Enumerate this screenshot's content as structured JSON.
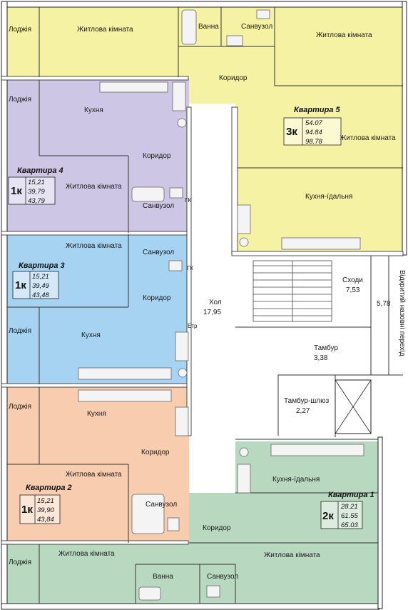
{
  "colors": {
    "apt5": "#f6f2a3",
    "apt4": "#cdc6e4",
    "apt3": "#a7d3f3",
    "apt2": "#f8ccae",
    "apt1": "#b8d8bf",
    "common": "#ffffff",
    "wall": "#222222"
  },
  "apartments": [
    {
      "id": "apt5",
      "title": "Квартира 5",
      "rooms": "3к",
      "areas": [
        "54.07",
        "94.84",
        "98.78"
      ]
    },
    {
      "id": "apt4",
      "title": "Квартира 4",
      "rooms": "1к",
      "areas": [
        "15,21",
        "39,79",
        "43,79"
      ]
    },
    {
      "id": "apt3",
      "title": "Квартира 3",
      "rooms": "1к",
      "areas": [
        "15,21",
        "39,49",
        "43,48"
      ]
    },
    {
      "id": "apt2",
      "title": "Квартира 2",
      "rooms": "1к",
      "areas": [
        "15,21",
        "39,90",
        "43,84"
      ]
    },
    {
      "id": "apt1",
      "title": "Квартира 1",
      "rooms": "2к",
      "areas": [
        "28.21",
        "61.55",
        "65.03"
      ]
    }
  ],
  "rooms": {
    "loggia": "Лоджія",
    "living": "Житлова кімната",
    "bath": "Ванна",
    "wc": "Санвузол",
    "corridor": "Коридор",
    "kitchen": "Кухня",
    "kitchen_dining": "Кухня-їдальня"
  },
  "common": {
    "hall_name": "Хол",
    "hall_area": "17,95",
    "stairs_name": "Сходи",
    "stairs_area": "7,53",
    "tambour_name": "Тамбур",
    "tambour_area": "3,38",
    "sluice_name": "Тамбур-шлюз",
    "sluice_area": "2,27",
    "open_passage": "Відкритий назовні перехід",
    "open_passage_area": "5,78"
  },
  "marks": {
    "shaft": "ГК",
    "electric": "Етр"
  }
}
